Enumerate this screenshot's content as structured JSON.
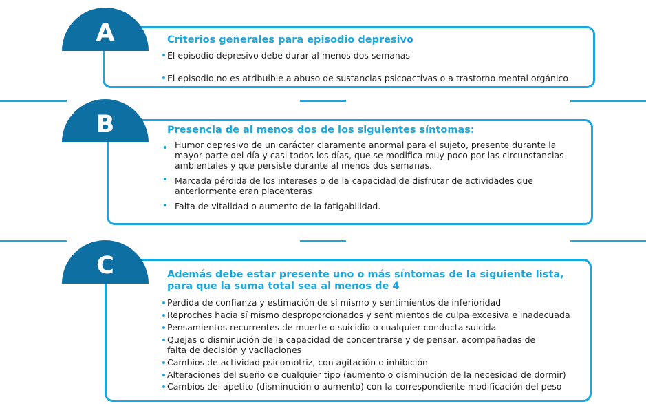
{
  "colors": {
    "accent": "#1aa7dd",
    "dome": "#0d6fa2"
  },
  "A": {
    "letter": "A",
    "title": "Criterios generales para episodio depresivo",
    "items": [
      "El episodio depresivo debe durar al menos dos semanas",
      "El episodio no es atribuible a abuso de sustancias psicoactivas o a trastorno mental orgánico"
    ]
  },
  "B": {
    "letter": "B",
    "title": "Presencia de al menos dos de los siguientes síntomas:",
    "items": [
      [
        "Humor depresivo de un carácter claramente anormal para el sujeto, presente durante la",
        "mayor parte del día y casi todos los días, que se modifica muy poco por las circunstancias",
        "ambientales y que persiste durante al menos dos semanas."
      ],
      [
        "Marcada pérdida de los intereses o de la capacidad de disfrutar de actividades que",
        "anteriormente eran placenteras"
      ],
      [
        "Falta de vitalidad o aumento de la fatigabilidad."
      ]
    ]
  },
  "C": {
    "letter": "C",
    "title": [
      "Además debe estar presente uno o más síntomas de la siguiente lista,",
      "para que la suma total sea al menos de 4"
    ],
    "items": [
      [
        "Pérdida de confianza y estimación de sí mismo y sentimientos de inferioridad"
      ],
      [
        "Reproches hacia sí mismo desproporcionados y sentimientos de culpa excesiva e inadecuada"
      ],
      [
        "Pensamientos recurrentes de muerte o suicidio o cualquier conducta suicida"
      ],
      [
        "Quejas o disminución de la capacidad de concentrarse y de pensar, acompañadas de",
        "falta de decisión y vacilaciones"
      ],
      [
        "Cambios de actividad psicomotriz, con agitación o inhibición"
      ],
      [
        "Alteraciones del sueño de cualquier tipo (aumento o disminución de la necesidad de dormir)"
      ],
      [
        "Cambios del apetito (disminución o aumento) con la correspondiente modificación del peso"
      ]
    ]
  }
}
